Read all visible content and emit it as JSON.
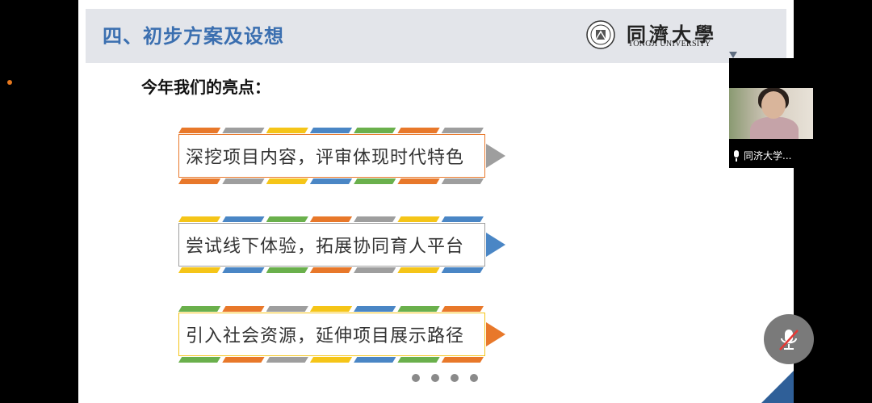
{
  "header": {
    "title": "四、初步方案及设想"
  },
  "logo": {
    "name_cn": "同濟大學",
    "name_en": "TONGJI UNIVERSITY"
  },
  "subtitle": "今年我们的亮点：",
  "items": [
    {
      "text": "深挖项目内容，评审体现时代特色",
      "border_color": "#e8782a",
      "arrow_color": "#9e9e9e",
      "stripe_colors": [
        "#e8782a",
        "#9e9e9e",
        "#f5c518",
        "#4a86c5",
        "#6ab04c",
        "#e8782a",
        "#9e9e9e"
      ]
    },
    {
      "text": "尝试线下体验，拓展协同育人平台",
      "border_color": "#9e9e9e",
      "arrow_color": "#4a86c5",
      "stripe_colors": [
        "#f5c518",
        "#4a86c5",
        "#6ab04c",
        "#e8782a",
        "#9e9e9e",
        "#f5c518",
        "#4a86c5"
      ]
    },
    {
      "text": "引入社会资源，延伸项目展示路径",
      "border_color": "#f5c518",
      "arrow_color": "#e8782a",
      "stripe_colors": [
        "#6ab04c",
        "#e8782a",
        "#9e9e9e",
        "#f5c518",
        "#4a86c5",
        "#6ab04c",
        "#e8782a"
      ]
    }
  ],
  "pager": {
    "count": 4
  },
  "video": {
    "participant_name": "同济大学..."
  },
  "icons": {
    "mic": "microphone-icon",
    "mic_muted": "microphone-muted-icon"
  }
}
